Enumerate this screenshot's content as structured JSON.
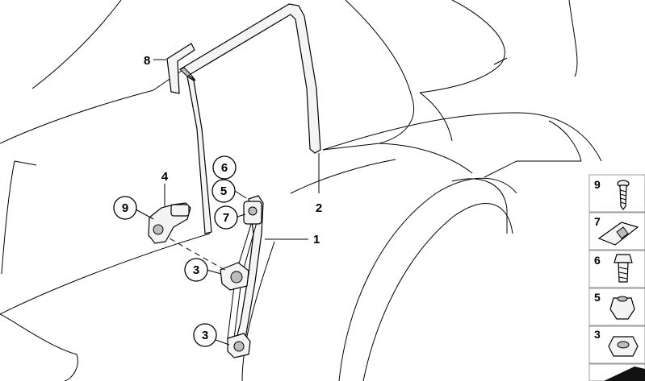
{
  "callouts": [
    {
      "number": "8",
      "circled": false
    },
    {
      "number": "6",
      "circled": true
    },
    {
      "number": "5",
      "circled": true
    },
    {
      "number": "7",
      "circled": true
    },
    {
      "number": "4",
      "circled": false
    },
    {
      "number": "9",
      "circled": true
    },
    {
      "number": "3",
      "circled": true
    },
    {
      "number": "3",
      "circled": true
    },
    {
      "number": "2",
      "circled": false
    },
    {
      "number": "1",
      "circled": false
    }
  ],
  "sidebar_parts": [
    {
      "number": "9",
      "icon": "screw-icon"
    },
    {
      "number": "7",
      "icon": "clip-nut-icon"
    },
    {
      "number": "6",
      "icon": "hex-bolt-icon"
    },
    {
      "number": "5",
      "icon": "flange-nut-icon"
    },
    {
      "number": "3",
      "icon": "hex-nut-icon"
    }
  ]
}
